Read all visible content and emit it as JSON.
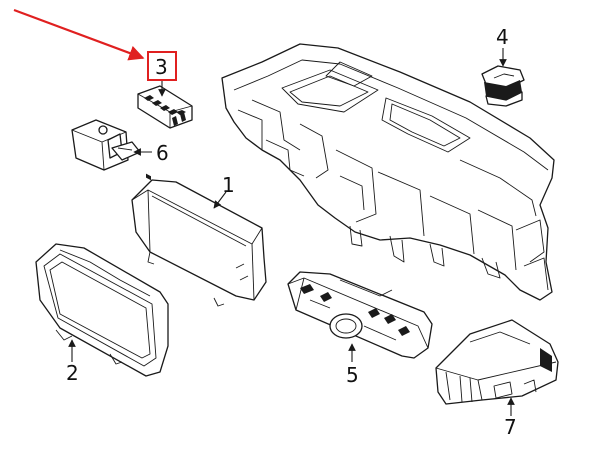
{
  "callouts": {
    "c1": "1",
    "c2": "2",
    "c3": "3",
    "c4": "4",
    "c5": "5",
    "c6": "6",
    "c7": "7"
  },
  "highlight": {
    "callout": "3",
    "color": "#e02020"
  },
  "colors": {
    "line": "#1a1a1a",
    "background": "#ffffff"
  }
}
